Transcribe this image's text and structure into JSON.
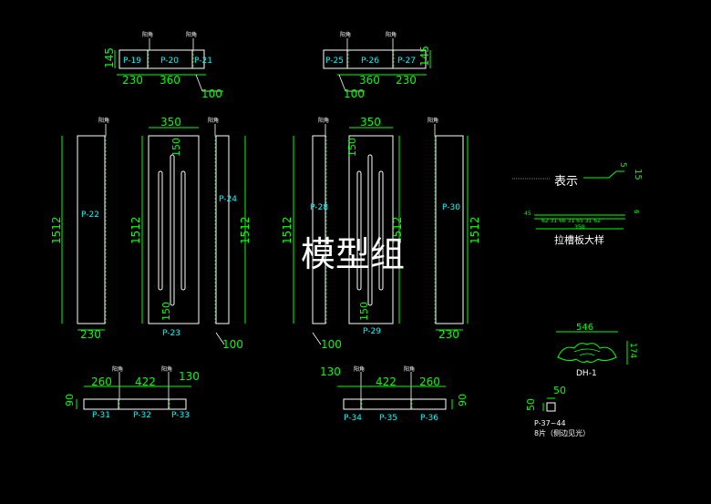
{
  "watermark": "模型组",
  "corner_mark": "阳角",
  "top_left": {
    "p19": "P-19",
    "p20": "P-20",
    "p21": "P-21",
    "h": "145",
    "d1": "230",
    "d2": "360",
    "d3": "100"
  },
  "top_right": {
    "p25": "P-25",
    "p26": "P-26",
    "p27": "P-27",
    "h": "145",
    "d1": "360",
    "d2": "230",
    "d3": "100"
  },
  "left_group": {
    "p22": "P-22",
    "p23": "P-23",
    "p24": "P-24",
    "h1": "1512",
    "h2": "1512",
    "h3": "1512",
    "w350": "350",
    "d150a": "150",
    "d150b": "150",
    "d230": "230",
    "d100": "100"
  },
  "right_group": {
    "p28": "P-28",
    "p29": "P-29",
    "p30": "P-30",
    "h1": "1512",
    "h2": "1512",
    "h3": "1512",
    "w350": "350",
    "d150a": "150",
    "d150b": "150",
    "d230": "230",
    "d100": "100"
  },
  "bottom_left": {
    "p31": "P-31",
    "p32": "P-32",
    "p33": "P-33",
    "d260": "260",
    "d422": "422",
    "d130": "130",
    "d90": "90"
  },
  "bottom_right": {
    "p34": "P-34",
    "p35": "P-35",
    "p36": "P-36",
    "d130": "130",
    "d422": "422",
    "d260": "260",
    "d90": "90"
  },
  "groove_detail": {
    "indicate": "表示",
    "d5": "5",
    "d15": "15",
    "d6": "6",
    "d45": "45",
    "segments": "62  31  66  31  65  31  62",
    "total": "350",
    "caption": "拉槽板大样"
  },
  "ornament": {
    "width": "546",
    "height": "174",
    "label": "DH-1"
  },
  "small_block": {
    "d50a": "50",
    "d50b": "50",
    "label": "P-37~44",
    "note": "8片（侧边见光）"
  }
}
